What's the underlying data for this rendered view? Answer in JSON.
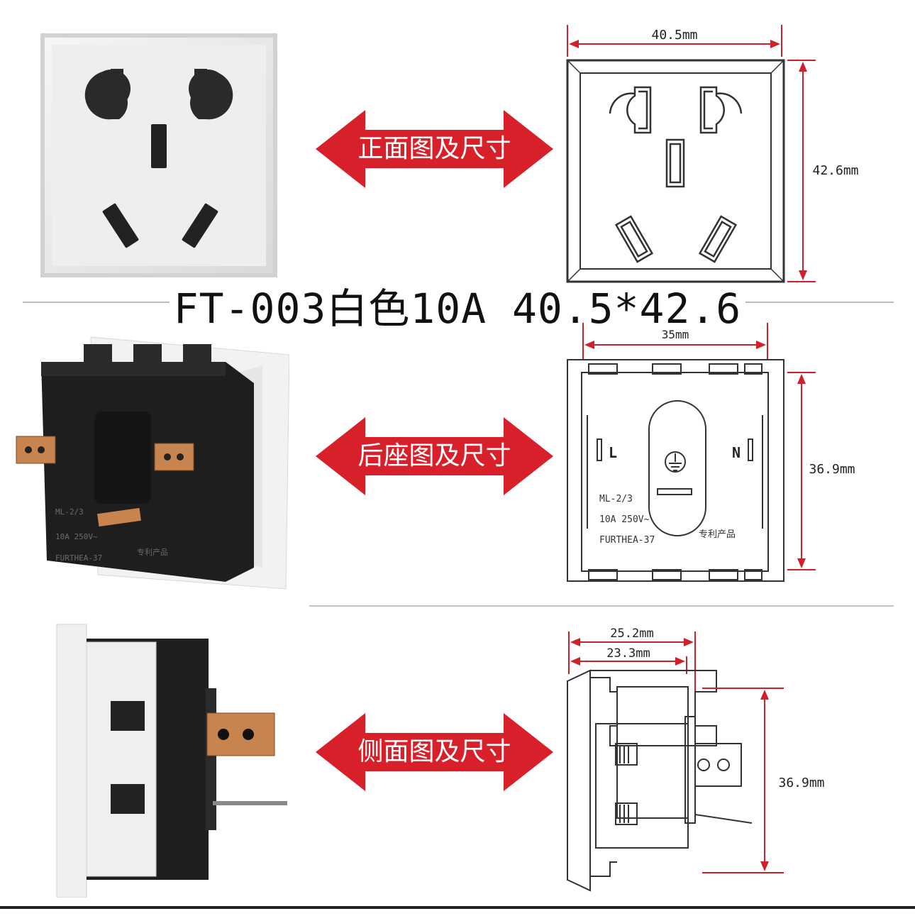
{
  "model_title": "FT-003白色10A 40.5*42.6",
  "rows": [
    {
      "label": "正面图及尺寸",
      "dims": {
        "width": "40.5mm",
        "height": "42.6mm"
      }
    },
    {
      "label": "后座图及尺寸",
      "dims": {
        "width": "35mm",
        "height": "36.9mm"
      },
      "terminal_left": "L",
      "terminal_right": "N",
      "markings": [
        "ML-2/3",
        "10A 250V~",
        "FURTHEA-37"
      ],
      "patent": "专利产品",
      "photo_markings": [
        "ML-2/3",
        "10A 250V~",
        "FURTHEA-37",
        "专利产品"
      ]
    },
    {
      "label": "侧面图及尺寸",
      "dims": {
        "depth_outer": "25.2mm",
        "depth_inner": "23.3mm",
        "height": "36.9mm"
      }
    }
  ],
  "colors": {
    "arrow": "#d8202a",
    "dimension": "#d0202a",
    "socket_body": "#1e1e1e",
    "faceplate": "#ececec",
    "contact": "#c8844f"
  }
}
